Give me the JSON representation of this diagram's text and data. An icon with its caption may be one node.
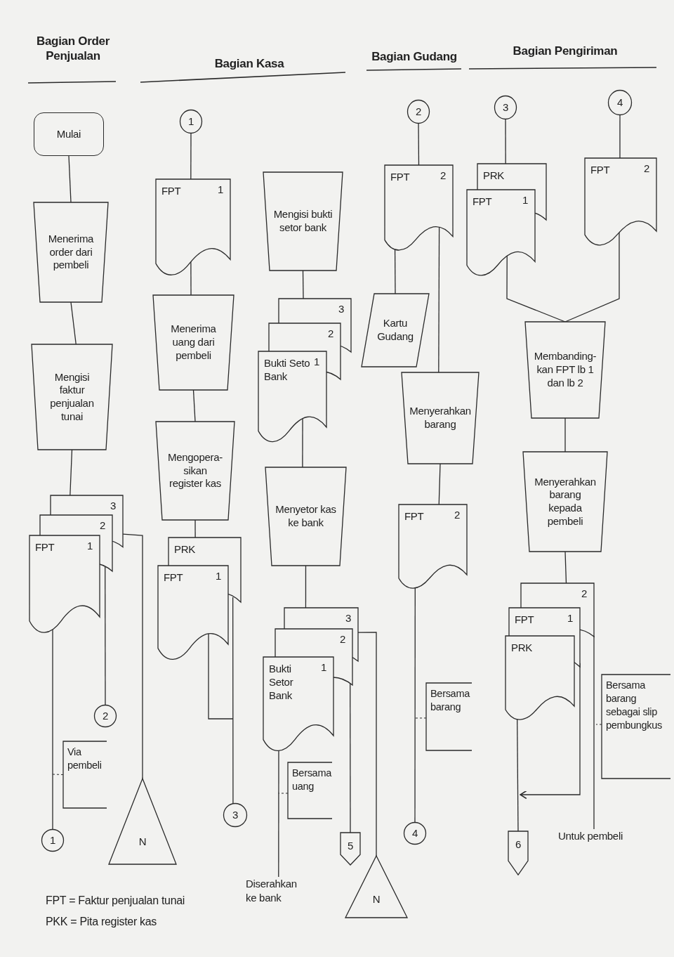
{
  "diagram": {
    "nodes": [
      {
        "text": [
          "Mulai"
        ]
      },
      {
        "text": [
          "Menerima order dari pembeli"
        ]
      },
      {
        "text": [
          "Mengisi faktur penjualan tunai"
        ]
      },
      {
        "text": [
          "3",
          "2",
          "FPT",
          "1"
        ]
      },
      {
        "text": [
          "Via pembeli"
        ]
      },
      {
        "text": [
          "2"
        ]
      },
      {
        "text": [
          "1"
        ]
      },
      {
        "text": [
          "N"
        ]
      },
      {
        "text": [
          "1"
        ]
      },
      {
        "text": [
          "FPT",
          "1"
        ]
      },
      {
        "text": [
          "Menerima uang dari pembeli"
        ]
      },
      {
        "text": [
          "Mengopera- sikan register kas"
        ]
      },
      {
        "text": [
          "PRK",
          "FPT",
          "1"
        ]
      },
      {
        "text": [
          "3"
        ]
      },
      {
        "text": [
          "Mengisi bukti setor bank"
        ]
      },
      {
        "text": [
          "3",
          "2",
          "Bukti Seto Bank",
          "1"
        ]
      },
      {
        "text": [
          "Menyetor kas ke bank"
        ]
      },
      {
        "text": [
          "3",
          "2",
          "Bukti Setor Bank",
          "1"
        ]
      },
      {
        "text": [
          "Bersama uang"
        ]
      },
      {
        "text": [
          "Diserahkan ke bank"
        ]
      },
      {
        "text": [
          "5"
        ]
      },
      {
        "text": [
          "N"
        ]
      },
      {
        "text": [
          "2"
        ]
      },
      {
        "text": [
          "FPT",
          "2"
        ]
      },
      {
        "text": [
          "Kartu Gudang"
        ]
      },
      {
        "text": [
          "Menyerahkan barang"
        ]
      },
      {
        "text": [
          "FPT",
          "2"
        ]
      },
      {
        "text": [
          "Bersama barang"
        ]
      },
      {
        "text": [
          "4"
        ]
      },
      {
        "text": [
          "3"
        ]
      },
      {
        "text": [
          "4"
        ]
      },
      {
        "text": [
          "PRK",
          "FPT",
          "1"
        ]
      },
      {
        "text": [
          "FPT",
          "2"
        ]
      },
      {
        "text": [
          "Membanding- kan FPT lb 1 dan lb 2"
        ]
      },
      {
        "text": [
          "Menyerahkan barang kepada pembeli"
        ]
      },
      {
        "text": [
          "2",
          "FPT",
          "1",
          "PRK"
        ]
      },
      {
        "text": [
          "Bersama barang sebagai slip pembungkus"
        ]
      },
      {
        "text": [
          "6"
        ]
      },
      {
        "text": [
          "Untuk pembeli"
        ]
      }
    ],
    "edges": [
      {
        "from": 0,
        "to": 1,
        "arrow": "none"
      },
      {
        "from": 1,
        "to": 2,
        "arrow": "none"
      },
      {
        "from": 2,
        "to": 3,
        "arrow": "none"
      },
      {
        "from": 3,
        "to": 6,
        "arrow": "none"
      },
      {
        "from": 3,
        "to": 5,
        "arrow": "none"
      },
      {
        "from": 3,
        "to": 7,
        "arrow": "none"
      },
      {
        "from": 4,
        "to": null,
        "arrow": "none",
        "style": "dashed"
      },
      {
        "from": 8,
        "to": 9,
        "arrow": "none"
      },
      {
        "from": 9,
        "to": 10,
        "arrow": "none"
      },
      {
        "from": 10,
        "to": 11,
        "arrow": "none"
      },
      {
        "from": 11,
        "to": 12,
        "arrow": "none"
      },
      {
        "from": 12,
        "to": 13,
        "arrow": "none"
      },
      {
        "from": 14,
        "to": 15,
        "arrow": "none"
      },
      {
        "from": 15,
        "to": 16,
        "arrow": "none"
      },
      {
        "from": 16,
        "to": 17,
        "arrow": "none"
      },
      {
        "from": 17,
        "to": 19,
        "arrow": "none"
      },
      {
        "from": 18,
        "to": null,
        "arrow": "none",
        "style": "dashed"
      },
      {
        "from": 17,
        "to": 20,
        "arrow": "none"
      },
      {
        "from": 17,
        "to": 21,
        "arrow": "none"
      },
      {
        "from": 22,
        "to": 23,
        "arrow": "none"
      },
      {
        "from": 23,
        "to": 24,
        "arrow": "none"
      },
      {
        "from": 23,
        "to": 25,
        "arrow": "none"
      },
      {
        "from": 25,
        "to": 26,
        "arrow": "none"
      },
      {
        "from": 26,
        "to": 28,
        "arrow": "none"
      },
      {
        "from": 27,
        "to": null,
        "arrow": "none",
        "style": "dashed"
      },
      {
        "from": 29,
        "to": 31,
        "arrow": "none"
      },
      {
        "from": 30,
        "to": 32,
        "arrow": "none"
      },
      {
        "from": 31,
        "to": 33,
        "arrow": "none"
      },
      {
        "from": 32,
        "to": 33,
        "arrow": "none"
      },
      {
        "from": 33,
        "to": 34,
        "arrow": "none"
      },
      {
        "from": 34,
        "to": 35,
        "arrow": "none"
      },
      {
        "from": 35,
        "to": 37,
        "arrow": "none"
      },
      {
        "from": 35,
        "to": 38,
        "arrow": "none"
      },
      {
        "from": 36,
        "to": null,
        "arrow": "none",
        "style": "dashed"
      },
      {
        "from": 35,
        "to": null,
        "arrow": "to"
      }
    ],
    "labels": [
      "Bagian Order Penjualan",
      "Bagian Kasa",
      "Bagian Gudang",
      "Bagian Pengiriman",
      "FPT = Faktur penjualan tunai",
      "PKK = Pita register kas"
    ]
  }
}
